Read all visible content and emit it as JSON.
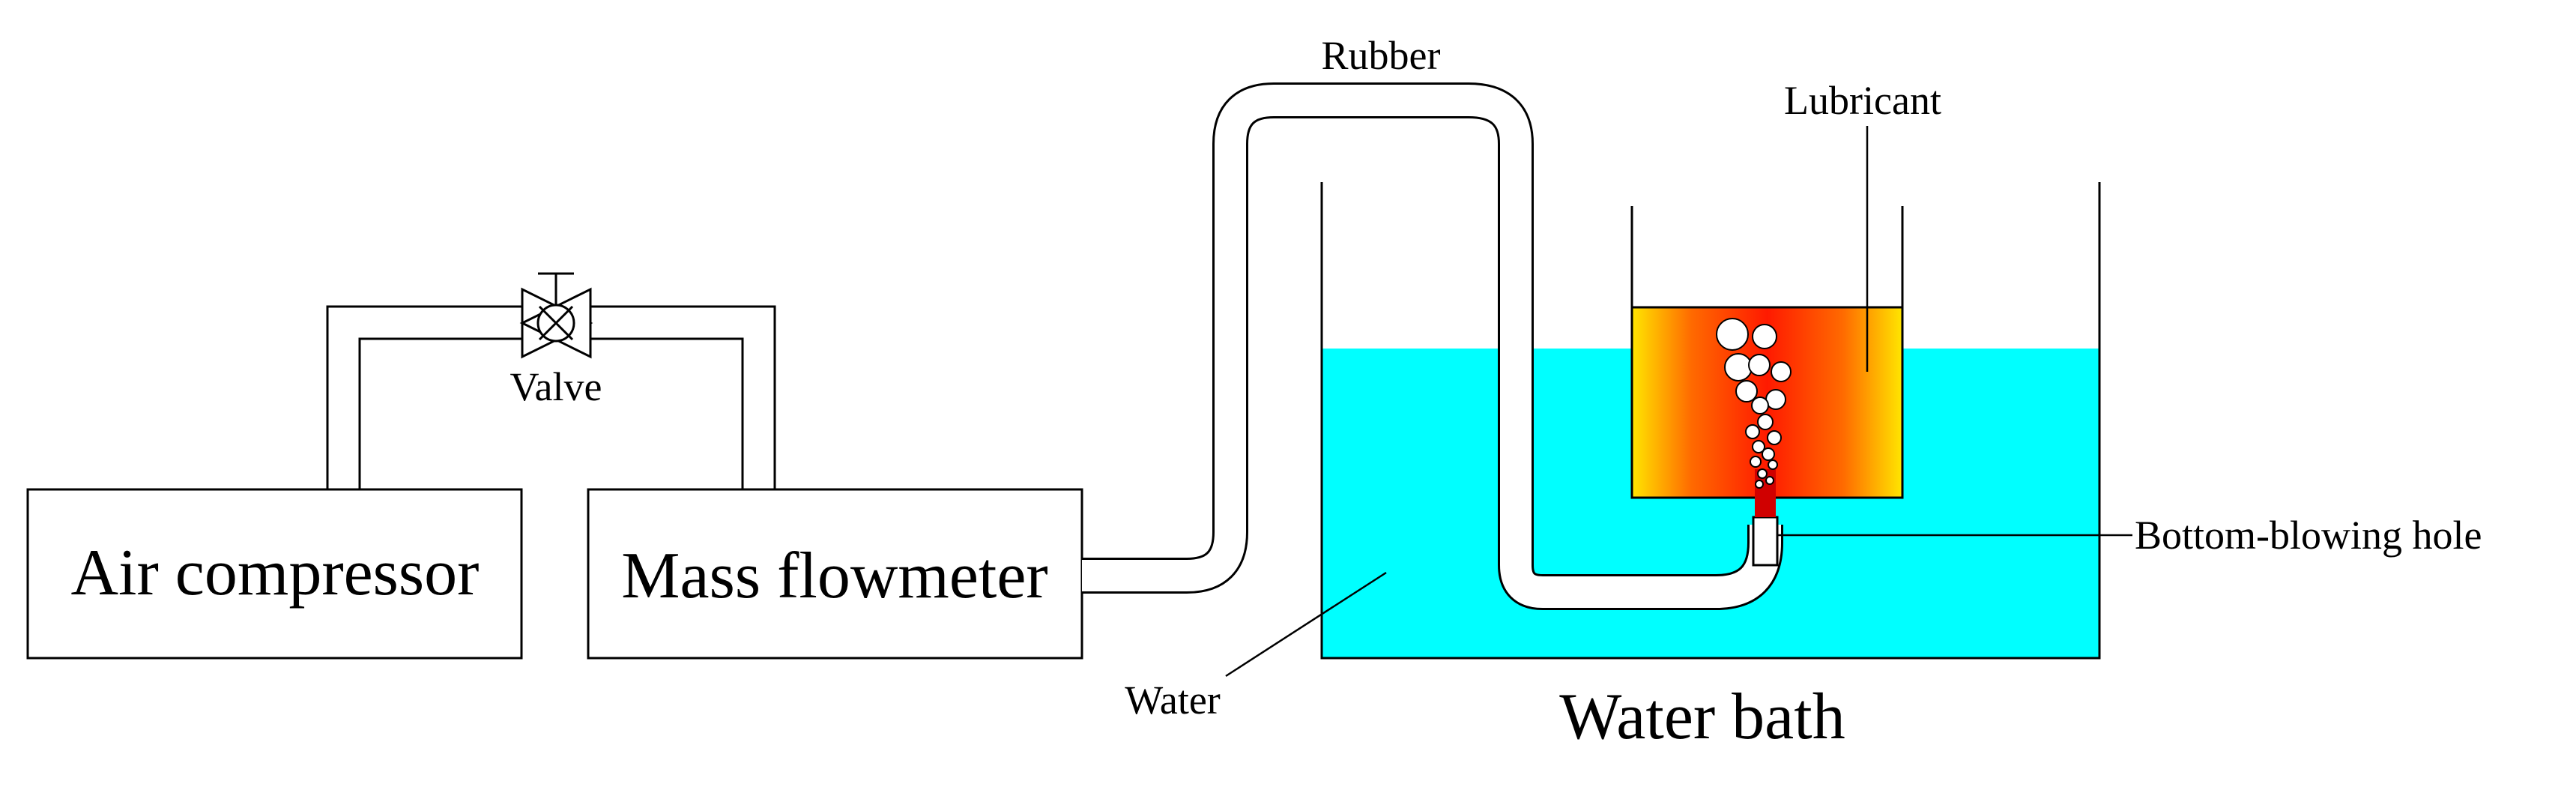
{
  "diagram": {
    "boxes": {
      "air_compressor": "Air compressor",
      "mass_flowmeter": "Mass flowmeter"
    },
    "labels": {
      "valve": "Valve",
      "rubber": "Rubber",
      "lubricant": "Lubricant",
      "water": "Water",
      "water_bath": "Water bath",
      "bottom_blowing_hole": "Bottom-blowing hole"
    },
    "colors": {
      "water": "#00FFFF",
      "lubricant_center": "#FF1A00",
      "lubricant_edge": "#FFE600",
      "line": "#000000"
    }
  }
}
